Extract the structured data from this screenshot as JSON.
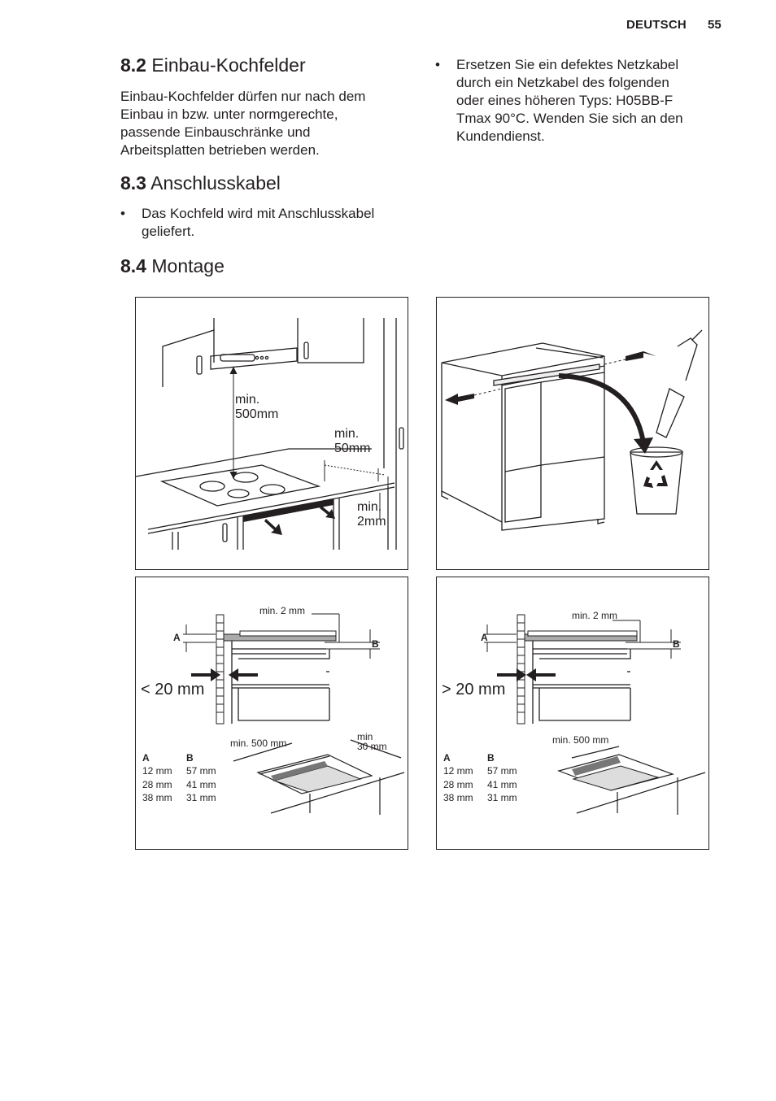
{
  "header": {
    "language": "DEUTSCH",
    "page_number": "55"
  },
  "sec82": {
    "num": "8.2",
    "title": "Einbau-Kochfelder",
    "lines": [
      "Einbau-Kochfelder dürfen nur nach dem",
      "Einbau in bzw. unter normgerechte,",
      "passende Einbauschränke und",
      "Arbeitsplatten betrieben werden."
    ]
  },
  "sec83": {
    "num": "8.3",
    "title": "Anschlusskabel",
    "bullet_lines": [
      "Das Kochfeld wird mit Anschlusskabel",
      "geliefert."
    ]
  },
  "sec84": {
    "num": "8.4",
    "title": "Montage"
  },
  "right_bullet_lines": [
    "Ersetzen Sie ein defektes Netzkabel",
    "durch ein Netzkabel des folgenden",
    "oder eines höheren Typs: H05BB-F",
    "Tmax 90°C. Wenden Sie sich an den",
    "Kundendienst."
  ],
  "bullet_char": "•",
  "fig1": {
    "min500_a": "min.",
    "min500_b": "500mm",
    "min50_a": "min.",
    "min50_b": "50mm",
    "min2_a": "min.",
    "min2_b": "2mm"
  },
  "fig3": {
    "min2mm": "min. 2 mm",
    "label_a": "A",
    "label_b": "B",
    "gap": "< 20 mm",
    "min500": "min. 500 mm",
    "min30_a": "min",
    "min30_b": "30 mm",
    "table": {
      "head": [
        "A",
        "B"
      ],
      "rows": [
        [
          "12 mm",
          "57 mm"
        ],
        [
          "28 mm",
          "41 mm"
        ],
        [
          "38 mm",
          "31 mm"
        ]
      ]
    }
  },
  "fig4": {
    "min2mm": "min. 2 mm",
    "label_a": "A",
    "label_b": "B",
    "gap": "> 20 mm",
    "min500": "min. 500 mm",
    "table": {
      "head": [
        "A",
        "B"
      ],
      "rows": [
        [
          "12 mm",
          "57 mm"
        ],
        [
          "28 mm",
          "41 mm"
        ],
        [
          "38 mm",
          "31 mm"
        ]
      ]
    }
  }
}
